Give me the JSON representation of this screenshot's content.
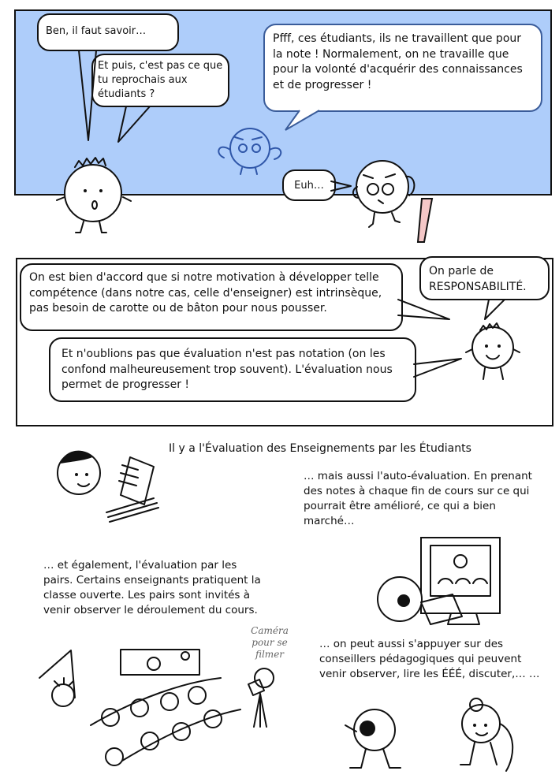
{
  "panel1": {
    "bubble_ben": "Ben, il faut savoir…",
    "bubble_reproche": "Et puis, c'est pas ce que tu reprochais aux étudiants ?",
    "bubble_pfff": "Pfff, ces étudiants, ils ne travaillent que pour la note ! Normalement, on ne travaille que pour la volonté d'acquérir des connaissances et de progresser !",
    "bubble_euh": "Euh…"
  },
  "panel2": {
    "bubble_motivation": "On est bien d'accord que si notre motivation à développer telle compétence (dans notre cas, celle d'enseigner) est intrinsèque, pas besoin de carotte ou de bâton pour nous pousser.",
    "bubble_responsabilite": "On parle de RESPONSABILITÉ.",
    "bubble_evaluation": "Et n'oublions pas que évaluation n'est pas notation (on les confond malheureusement trop souvent). L'évaluation nous permet de progresser !"
  },
  "panel3": {
    "caption_eee": "Il y a l'Évaluation des Enseignements par les Étudiants",
    "caption_auto": "… mais aussi l'auto-évaluation. En prenant des notes à chaque fin de cours sur ce qui pourrait être amélioré, ce qui a bien marché…",
    "caption_pairs": "… et également, l'évaluation par les pairs. Certains enseignants pratiquent la classe ouverte. Les pairs sont invités à venir observer le déroulement du cours.",
    "caption_camera": "Caméra pour se filmer",
    "caption_conseillers": "… on peut aussi s'appuyer sur des conseillers pédagogiques qui peuvent venir observer, lire les ÉÉÉ, discuter,… …"
  },
  "colors": {
    "sky": "#aecdfa",
    "ink": "#111111",
    "blue_ink": "#2f56a8"
  }
}
